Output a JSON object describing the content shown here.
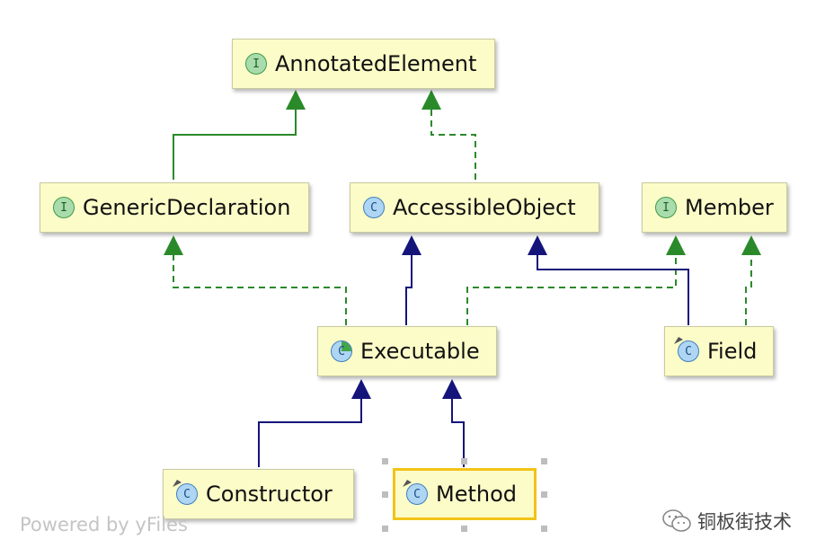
{
  "nodes": {
    "annotated_element": {
      "label": "AnnotatedElement",
      "kind": "I"
    },
    "generic_declaration": {
      "label": "GenericDeclaration",
      "kind": "I"
    },
    "accessible_object": {
      "label": "AccessibleObject",
      "kind": "C"
    },
    "member": {
      "label": "Member",
      "kind": "I"
    },
    "executable": {
      "label": "Executable",
      "kind": "C"
    },
    "field": {
      "label": "Field",
      "kind": "C"
    },
    "constructor": {
      "label": "Constructor",
      "kind": "C"
    },
    "method": {
      "label": "Method",
      "kind": "C"
    }
  },
  "edges": [
    {
      "from": "generic_declaration",
      "to": "annotated_element",
      "type": "extends"
    },
    {
      "from": "accessible_object",
      "to": "annotated_element",
      "type": "implements"
    },
    {
      "from": "executable",
      "to": "generic_declaration",
      "type": "implements"
    },
    {
      "from": "executable",
      "to": "accessible_object",
      "type": "extends"
    },
    {
      "from": "executable",
      "to": "member",
      "type": "implements"
    },
    {
      "from": "field",
      "to": "accessible_object",
      "type": "extends"
    },
    {
      "from": "field",
      "to": "member",
      "type": "implements"
    },
    {
      "from": "constructor",
      "to": "executable",
      "type": "extends"
    },
    {
      "from": "method",
      "to": "executable",
      "type": "extends"
    }
  ],
  "selected_node": "method",
  "colors": {
    "interface_edge": "#2a8a2a",
    "class_edge": "#14147a",
    "node_fill": "#fcfcc8",
    "selection": "#f2c318"
  },
  "footer": {
    "powered_by": "Powered by yFiles",
    "watermark": "铜板街技术"
  }
}
